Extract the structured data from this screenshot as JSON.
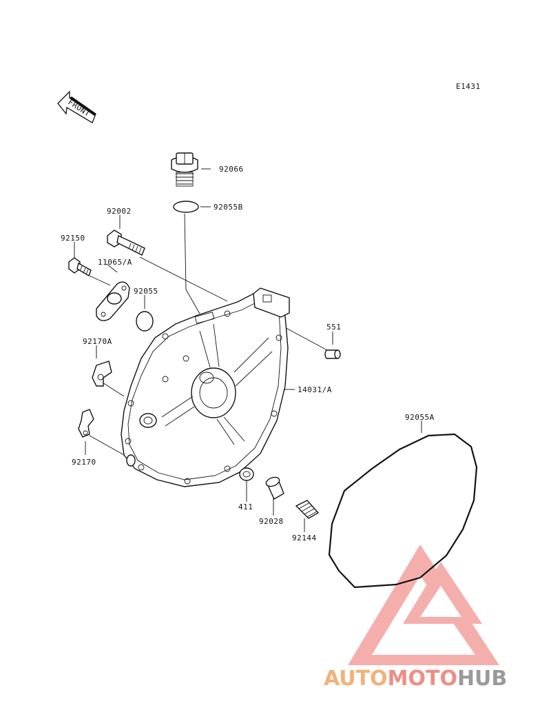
{
  "diagram_id": "E1431",
  "front_arrow_text": "FRONT",
  "parts": [
    {
      "key": "p92066",
      "number": "92066"
    },
    {
      "key": "p92055B",
      "number": "92055B"
    },
    {
      "key": "p92002",
      "number": "92002"
    },
    {
      "key": "p92150",
      "number": "92150"
    },
    {
      "key": "p11065A",
      "number": "11065/A"
    },
    {
      "key": "p92055",
      "number": "92055"
    },
    {
      "key": "p551",
      "number": "551"
    },
    {
      "key": "p92170A",
      "number": "92170A"
    },
    {
      "key": "p14031A",
      "number": "14031/A"
    },
    {
      "key": "p92055A",
      "number": "92055A"
    },
    {
      "key": "p92170",
      "number": "92170"
    },
    {
      "key": "p411",
      "number": "411"
    },
    {
      "key": "p92028",
      "number": "92028"
    },
    {
      "key": "p92144",
      "number": "92144"
    }
  ],
  "watermark": {
    "part1": "AUTO",
    "part2": "MOTO",
    "part3": "HUB",
    "color1": "#f3b27a",
    "color2": "#ee8e86",
    "color3": "#9a9a9a",
    "logo_color": "#ec6f6a"
  }
}
